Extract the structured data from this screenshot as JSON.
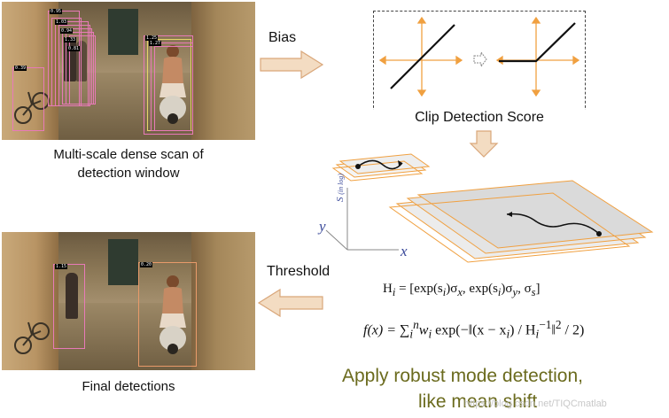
{
  "captions": {
    "top_left_line1": "Multi-scale dense scan of",
    "top_left_line2": "detection window",
    "bottom_left": "Final detections",
    "clip_box": "Clip Detection Score"
  },
  "arrows": {
    "bias_label": "Bias",
    "threshold_label": "Threshold"
  },
  "axes": {
    "y": "y",
    "x": "x",
    "s": "S",
    "s_note": "(in log)"
  },
  "formulas": {
    "h_lhs": "H",
    "h_sub": "i",
    "h_rhs": "= [exp(s",
    "h_rest": ")σ",
    "h_rest2": ", exp(s",
    "h_rest3": ")σ",
    "h_rest4": ", σ",
    "h_end": "]",
    "f_text": "f(x) = ∑",
    "f_rest": "w",
    "f_rest2": " exp(−‖(x − x",
    "f_rest3": ") / H",
    "f_rest4": "‖",
    "f_end": " / 2)"
  },
  "conclusion": {
    "line1": "Apply robust mode detection,",
    "line2": "like mean shift"
  },
  "watermark": "https://blog.csdn.net/TIQCmatlab",
  "top_scores": [
    "0.95",
    "1.03",
    "1.25",
    "0.81",
    "0.94",
    "1.27",
    "1.33",
    "0.39"
  ],
  "final_scores": [
    "1.15",
    "0.20"
  ],
  "colors": {
    "arrow_fill": "#f3dcc2",
    "arrow_stroke": "#d9a77a",
    "orange": "#f0a040",
    "box_pink": "#e87ab8",
    "text_green": "#6b6b1e"
  }
}
